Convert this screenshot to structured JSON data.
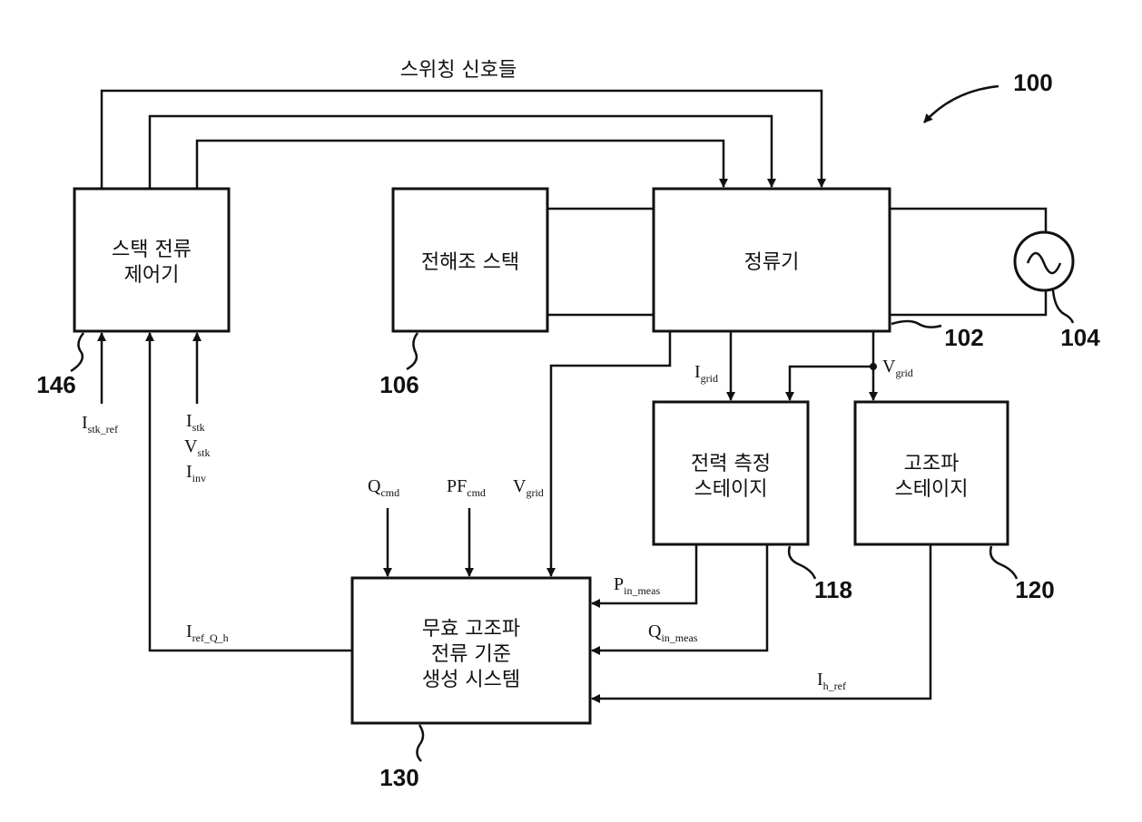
{
  "title": "스위칭 신호들",
  "figure_ref": "100",
  "blocks": {
    "controller": {
      "line1": "스택 전류",
      "line2": "제어기",
      "ref": "146"
    },
    "stack": {
      "label": "전해조 스택",
      "ref": "106"
    },
    "rectifier": {
      "label": "정류기",
      "ref": "102"
    },
    "source": {
      "ref": "104"
    },
    "power_meas": {
      "line1": "전력 측정",
      "line2": "스테이지",
      "ref": "118"
    },
    "harmonic": {
      "line1": "고조파",
      "line2": "스테이지",
      "ref": "120"
    },
    "ref_gen": {
      "line1": "무효 고조파",
      "line2": "전류 기준",
      "line3": "생성 시스템",
      "ref": "130"
    }
  },
  "signals": {
    "istk_ref": {
      "main": "I",
      "sub": "stk_ref"
    },
    "istk": {
      "main": "I",
      "sub": "stk"
    },
    "vstk": {
      "main": "V",
      "sub": "stk"
    },
    "iinv": {
      "main": "I",
      "sub": "inv"
    },
    "igrid": {
      "main": "I",
      "sub": "grid"
    },
    "vgrid_top": {
      "main": "V",
      "sub": "grid"
    },
    "qcmd": {
      "main": "Q",
      "sub": "cmd"
    },
    "pfcmd": {
      "main": "PF",
      "sub": "cmd"
    },
    "vgrid": {
      "main": "V",
      "sub": "grid"
    },
    "pin_meas": {
      "main": "P",
      "sub": "in_meas"
    },
    "qin_meas": {
      "main": "Q",
      "sub": "in_meas"
    },
    "ih_ref": {
      "main": "I",
      "sub": "h_ref"
    },
    "iref_q_h": {
      "main": "I",
      "sub": "ref_Q_h"
    }
  }
}
